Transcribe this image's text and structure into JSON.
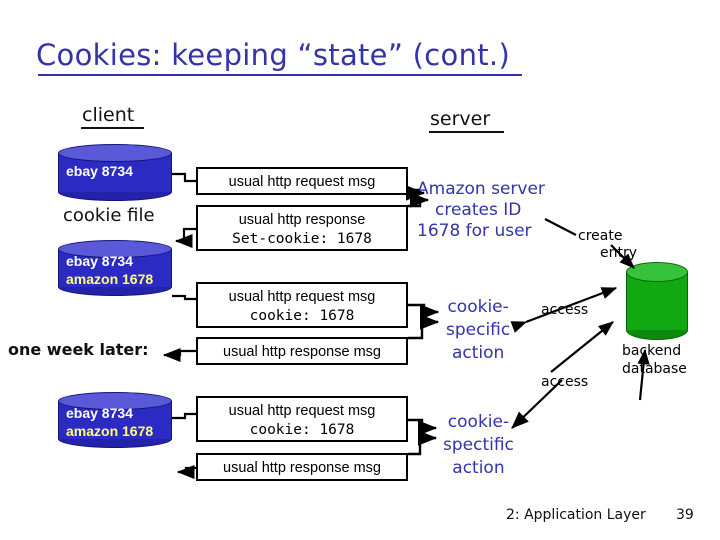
{
  "slide": {
    "title": "Cookies: keeping “state” (cont.)",
    "client_label": "client",
    "server_label": "server"
  },
  "client": {
    "cookie_file_caption": "cookie file",
    "one_week_later": "one week later:",
    "cookie_files": [
      {
        "name": "cookie-file-initial",
        "lines": [
          {
            "text": "ebay 8734",
            "color": "#ffffff"
          }
        ]
      },
      {
        "name": "cookie-file-after-setcookie",
        "lines": [
          {
            "text": "ebay 8734",
            "color": "#ffffff"
          },
          {
            "text": "amazon 1678",
            "color": "#ffff80"
          }
        ]
      },
      {
        "name": "cookie-file-one-week-later",
        "lines": [
          {
            "text": "ebay 8734",
            "color": "#ffffff"
          },
          {
            "text": "amazon 1678",
            "color": "#ffff80"
          }
        ]
      }
    ]
  },
  "messages": [
    {
      "id": "msg-1",
      "line1": "usual http request msg",
      "line2": ""
    },
    {
      "id": "msg-2",
      "line1": "usual http response",
      "line2": "Set-cookie:  1678"
    },
    {
      "id": "msg-3",
      "line1": "usual http request msg",
      "line2": "cookie:  1678"
    },
    {
      "id": "msg-4",
      "line1": "usual http response msg",
      "line2": ""
    },
    {
      "id": "msg-5",
      "line1": "usual http request msg",
      "line2": "cookie:  1678"
    },
    {
      "id": "msg-6",
      "line1": "usual http response msg",
      "line2": ""
    }
  ],
  "server": {
    "amazon_note_line1": "Amazon server",
    "amazon_note_line2": "creates ID",
    "amazon_note_line3": "1678 for user",
    "create_entry_line1": "create",
    "create_entry_line2": "entry",
    "cookie_action_1_line1": "cookie-",
    "cookie_action_1_line2": "specific",
    "cookie_action_1_line3": "action",
    "cookie_action_2_line1": "cookie-",
    "cookie_action_2_line2": "spectific",
    "cookie_action_2_line3": "action",
    "access_label_1": "access",
    "access_label_2": "access",
    "backend_db_line1": "backend",
    "backend_db_line2": "database"
  },
  "footer": {
    "section": "2: Application Layer",
    "page": "39"
  },
  "colors": {
    "title_blue": "#3333aa",
    "cookie_cylinder": "#2b2bc4",
    "cookie_cylinder_top": "#5a5ad8",
    "cookie_text_white": "#ffffff",
    "cookie_text_yellow": "#ffff80",
    "database_green": "#11a811",
    "database_green_top": "#36c23a",
    "box_border": "#000000"
  }
}
